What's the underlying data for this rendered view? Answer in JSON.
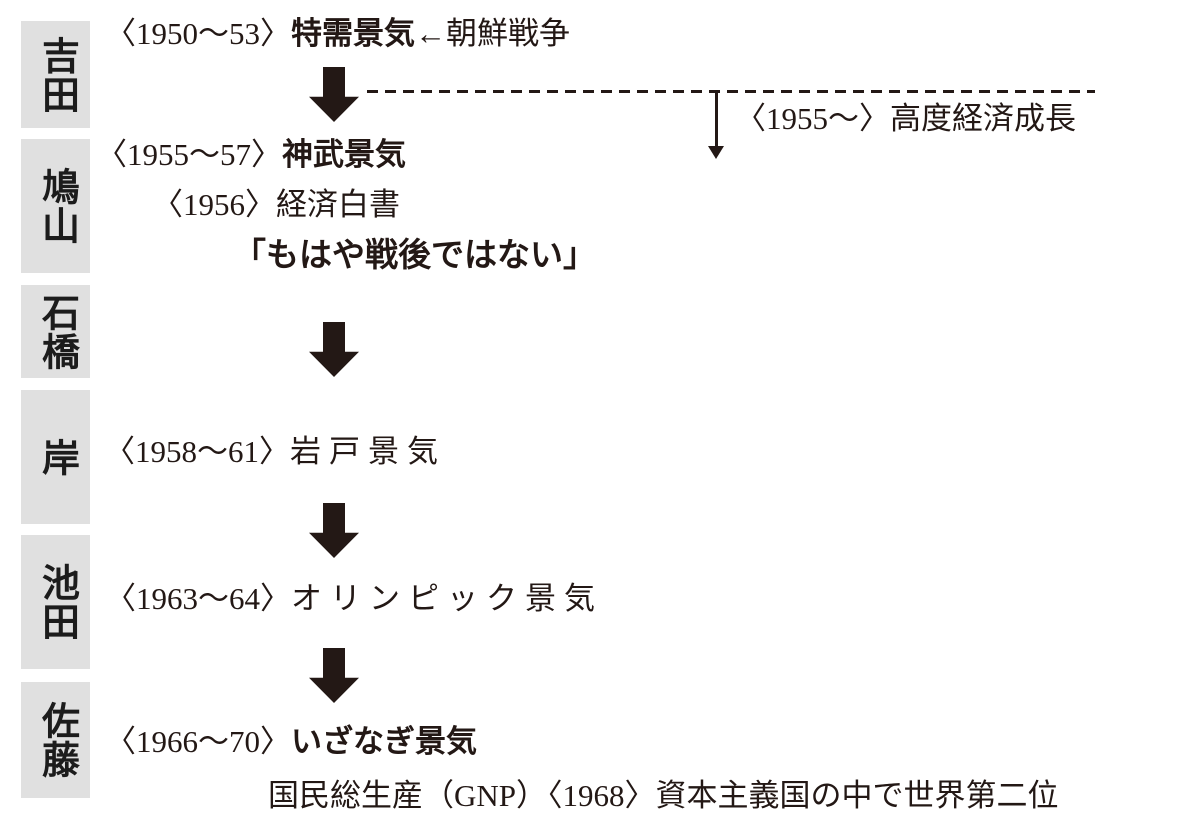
{
  "colors": {
    "background": "#ffffff",
    "ink": "#231815",
    "pm_box_bg": "#e0e0e0"
  },
  "icons": {
    "flow_down_arrow": "⬇",
    "branch_down_arrow": "↓"
  },
  "pm_column": {
    "items": [
      {
        "label": "吉田"
      },
      {
        "label": "鳩山"
      },
      {
        "label": "石橋"
      },
      {
        "label": "岸"
      },
      {
        "label": "池田"
      },
      {
        "label": "佐藤"
      }
    ]
  },
  "timeline": {
    "row1": {
      "period": "〈1950〜53〉",
      "boom": "特需景気",
      "cause": "←朝鮮戦争"
    },
    "row2": {
      "period": "〈1955〜57〉",
      "boom": "神武景気"
    },
    "row3": {
      "text": "〈1956〉経済白書"
    },
    "row4": {
      "text": "「もはや戦後ではない」"
    },
    "row5": {
      "period": "〈1958〜61〉",
      "boom": "岩戸景気"
    },
    "row6": {
      "period": "〈1963〜64〉",
      "boom": "オリンピック景気"
    },
    "row7": {
      "period": "〈1966〜70〉",
      "boom": "いざなぎ景気"
    },
    "row8": {
      "text": "国民総生産（GNP）〈1968〉資本主義国の中で世界第二位"
    }
  },
  "branch": {
    "label": "〈1955〜〉高度経済成長"
  }
}
